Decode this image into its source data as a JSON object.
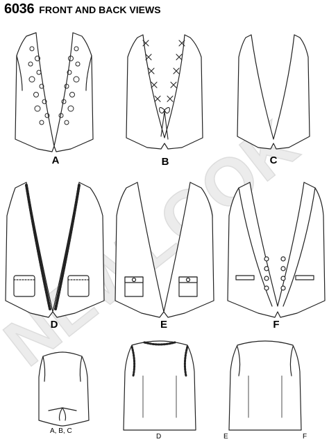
{
  "header": {
    "pattern_number": "6036",
    "title": "FRONT AND BACK VIEWS"
  },
  "watermark": {
    "text": "NEWLOOK"
  },
  "views": {
    "A": "A",
    "B": "B",
    "C": "C",
    "D": "D",
    "E": "E",
    "F": "F"
  },
  "back_views": {
    "abc_label": "A, B, C",
    "d_label": "D",
    "e_label": "E",
    "f_label": "F"
  },
  "colors": {
    "line": "#222222",
    "watermark": "#ececec"
  }
}
